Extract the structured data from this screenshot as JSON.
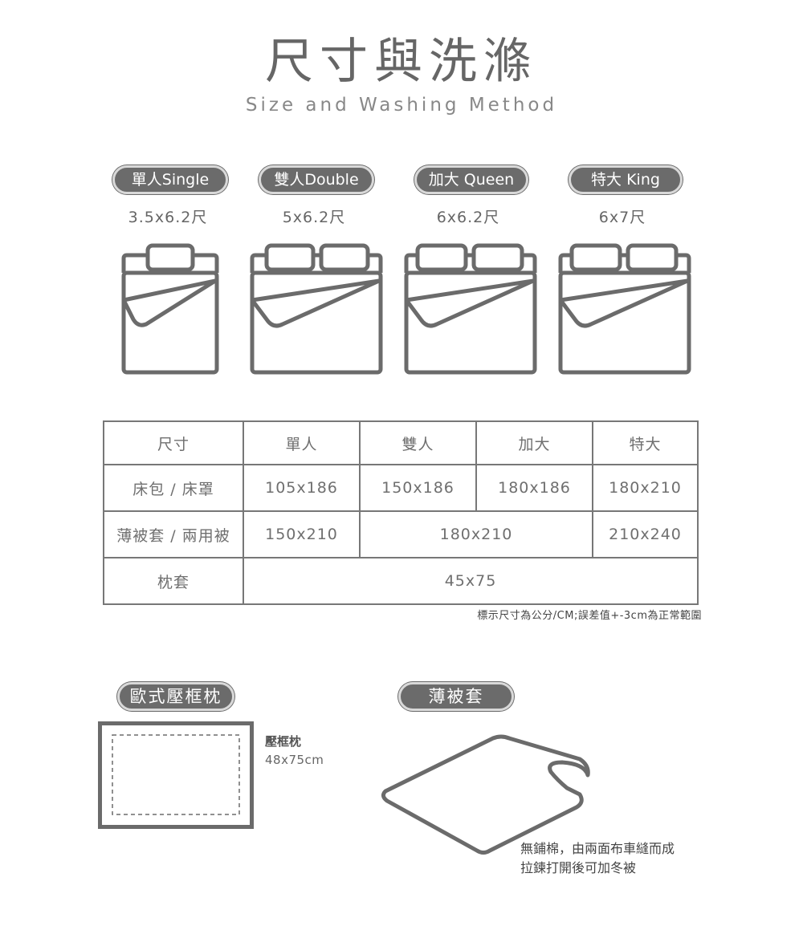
{
  "header": {
    "title": "尺寸與洗滌",
    "subtitle": "Size and Washing Method"
  },
  "beds": [
    {
      "label": "單人Single",
      "dims": "3.5x6.2尺"
    },
    {
      "label": "雙人Double",
      "dims": "5x6.2尺"
    },
    {
      "label": "加大 Queen",
      "dims": "6x6.2尺"
    },
    {
      "label": "特大 King",
      "dims": "6x7尺"
    }
  ],
  "table": {
    "headers": [
      "尺寸",
      "單人",
      "雙人",
      "加大",
      "特大"
    ],
    "rows": [
      {
        "label": "床包 / 床罩",
        "single": "105x186",
        "double": "150x186",
        "queen": "180x186",
        "king": "180x210"
      },
      {
        "label": "薄被套 / 兩用被",
        "single": "150x210",
        "double_queen": "180x210",
        "king": "210x240"
      },
      {
        "label": "枕套",
        "all": "45x75"
      }
    ],
    "note": "標示尺寸為公分/CM;誤差值+-3cm為正常範圍"
  },
  "pillow": {
    "section_label": "歐式壓框枕",
    "item_label": "壓框枕",
    "dims": "48x75cm"
  },
  "quilt": {
    "section_label": "薄被套",
    "note_line1": "無鋪棉，由兩面布車縫而成",
    "note_line2": "拉鍊打開後可加冬被"
  }
}
